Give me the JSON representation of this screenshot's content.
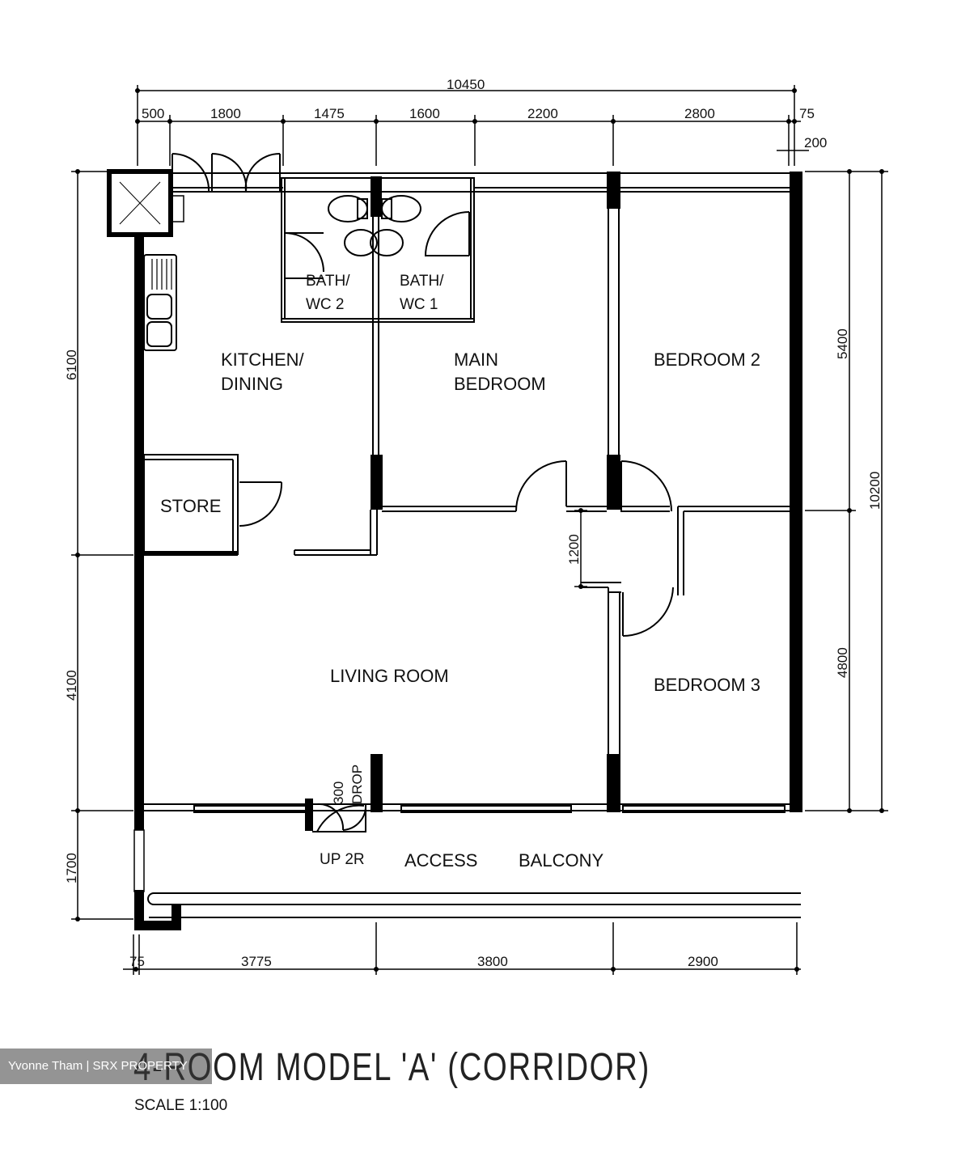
{
  "dimensions": {
    "top_total": "10450",
    "top": [
      "500",
      "1800",
      "1475",
      "1600",
      "2200",
      "2800",
      "75"
    ],
    "top_extra": "200",
    "left": [
      "6100",
      "4100",
      "1700"
    ],
    "right_inner": [
      "5400",
      "4800"
    ],
    "right_total": "10200",
    "bottom": [
      "75",
      "3775",
      "3800",
      "2900"
    ],
    "corridor": "1200",
    "drop": "300",
    "drop_label": "DROP"
  },
  "rooms": {
    "kitchen_line1": "KITCHEN/",
    "kitchen_line2": "DINING",
    "bath2_line1": "BATH/",
    "bath2_line2": "WC 2",
    "bath1_line1": "BATH/",
    "bath1_line2": "WC 1",
    "main_bed_line1": "MAIN",
    "main_bed_line2": "BEDROOM",
    "bedroom2": "BEDROOM 2",
    "bedroom3": "BEDROOM 3",
    "store": "STORE",
    "living": "LIVING ROOM",
    "up": "UP 2R",
    "access": "ACCESS",
    "balcony": "BALCONY"
  },
  "title": "4-ROOM MODEL 'A' (CORRIDOR)",
  "scale": "SCALE   1:100",
  "watermark": "Yvonne Tham | SRX PROPERTY"
}
